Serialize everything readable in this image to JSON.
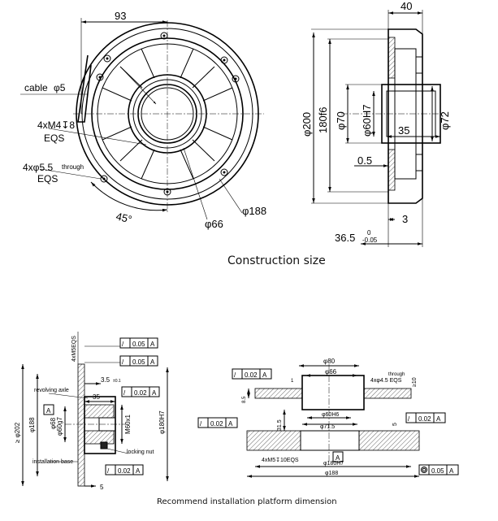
{
  "front_view": {
    "dim_93": "93",
    "cable": "cable",
    "cable_dia": "φ5",
    "m4": "4xM4↧8",
    "m4_eqs": "EQS",
    "through_holes": "4xφ5.5",
    "through_word": "through",
    "through_eqs": "EQS",
    "angle": "45°",
    "d66": "φ66",
    "d188": "φ188"
  },
  "side_view": {
    "dim_40": "40",
    "d200": "φ200",
    "d180f6": "180f6",
    "d70": "φ70",
    "d60h7": "φ60H7",
    "d72": "φ72",
    "dim_35": "35",
    "dim_0_5": "0.5",
    "dim_3": "3",
    "dim_36_5": "36.5",
    "tol_upper": "0",
    "tol_lower": "-0.05"
  },
  "caption_top": "Construction size",
  "install_left": {
    "m5": "4xM5EQS",
    "tol1_val": "0.05",
    "tol1_ref": "A",
    "tol2_val": "0.05",
    "tol2_ref": "A",
    "dim_3_5": "3.5",
    "dim_3_5_tol": "±0.1",
    "tol3_val": "0.02",
    "tol3_ref": "A",
    "revolving_axle": "revolving axle",
    "dim_35": "35",
    "datum_a": "A",
    "d202": "≥ φ202",
    "d188": "φ188",
    "d60g7": "φ60g7",
    "d68": "φ68",
    "m60": "M60x1",
    "d180h7": "φ180H7",
    "locking_nut": "locking nut",
    "installation_base": "installation base",
    "tol4_val": "0.02",
    "tol4_ref": "A",
    "dim_5": "5"
  },
  "install_right": {
    "tol1_val": "0.02",
    "tol1_ref": "A",
    "d80": "φ80",
    "d66": "φ66",
    "through": "through",
    "holes": "4xφ4.5  EQS",
    "dim_10": "≥10",
    "dim_8_5": "8.5",
    "dim_1": "1",
    "tol2_val": "0.02",
    "tol2_ref": "A",
    "tol3_val": "0.02",
    "tol3_ref": "A",
    "d60h6": "φ60H6",
    "d71_5": "φ71.5",
    "dim_5": "5",
    "dim_31_5": "31.5",
    "datum_a": "A",
    "m5": "4xM5↧10EQS",
    "d180h7": "φ180H7",
    "d188": "φ188",
    "conc_val": "0.05",
    "conc_ref": "A"
  },
  "caption_bottom": "Recommend installation platform dimension"
}
